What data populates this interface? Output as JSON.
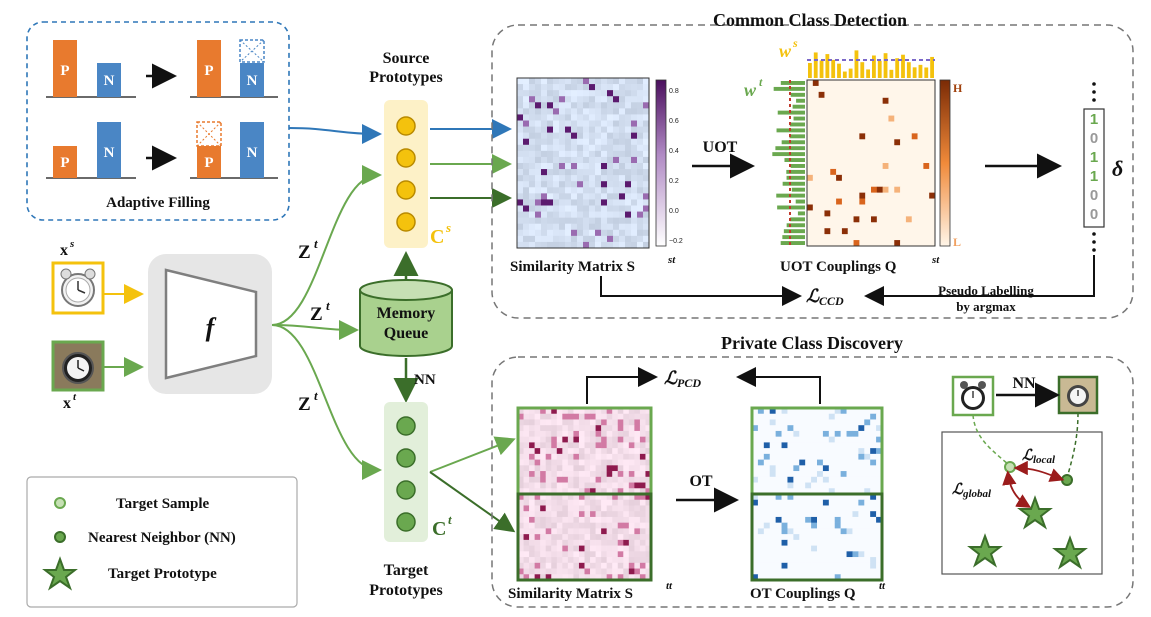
{
  "adaptive_filling": {
    "title": "Adaptive Filling",
    "bar_p": "P",
    "bar_n": "N"
  },
  "source_prototypes": {
    "label_line1": "Source",
    "label_line2": "Prototypes",
    "symbol": "C",
    "symbol_sup": "s"
  },
  "target_prototypes": {
    "label_line1": "Target",
    "label_line2": "Prototypes",
    "symbol": "C",
    "symbol_sup": "t"
  },
  "memory_queue": {
    "label_line1": "Memory",
    "label_line2": "Queue"
  },
  "nn_label": "NN",
  "encoder": {
    "symbol": "f"
  },
  "inputs": {
    "source": "x",
    "source_sup": "s",
    "target": "x",
    "target_sup": "t"
  },
  "features": {
    "symbol": "Z",
    "sup": "t"
  },
  "ccd": {
    "title": "Common Class Detection",
    "similarity_label": "Similarity Matrix S",
    "similarity_sup": "st",
    "uot_label": "UOT",
    "couplings_label": "UOT Couplings Q",
    "couplings_sup": "st",
    "ws_label": "w",
    "ws_sup": "s",
    "wt_label": "w",
    "wt_sup": "t",
    "colorbar_ticks": [
      "0.8",
      "0.6",
      "0.4",
      "0.2",
      "0.0",
      "−0.2"
    ],
    "heat_high": "H",
    "heat_low": "L",
    "delta_values": [
      "1",
      "0",
      "1",
      "1",
      "0",
      "0"
    ],
    "delta_symbol": "δ",
    "loss": "CCD",
    "pseudo_label_line1": "Pseudo Labelling",
    "pseudo_label_line2": "by argmax"
  },
  "pcd": {
    "title": "Private Class Discovery",
    "similarity_label": "Similarity Matrix S",
    "similarity_sup": "tt",
    "ot_label": "OT",
    "couplings_label": "OT Couplings Q",
    "couplings_sup": "tt",
    "loss": "PCD",
    "nn_label": "NN",
    "loss_local": "local",
    "loss_global": "global"
  },
  "legend": {
    "target_sample": "Target Sample",
    "nearest_neighbor": "Nearest Neighbor (NN)",
    "target_prototype": "Target Prototype"
  },
  "colors": {
    "orange": "#e87a2e",
    "blue": "#4a86c5",
    "green": "#6aa84f",
    "dark_green": "#3b6e2a",
    "gold": "#f4c20d",
    "purple": "#5b1a6e"
  }
}
